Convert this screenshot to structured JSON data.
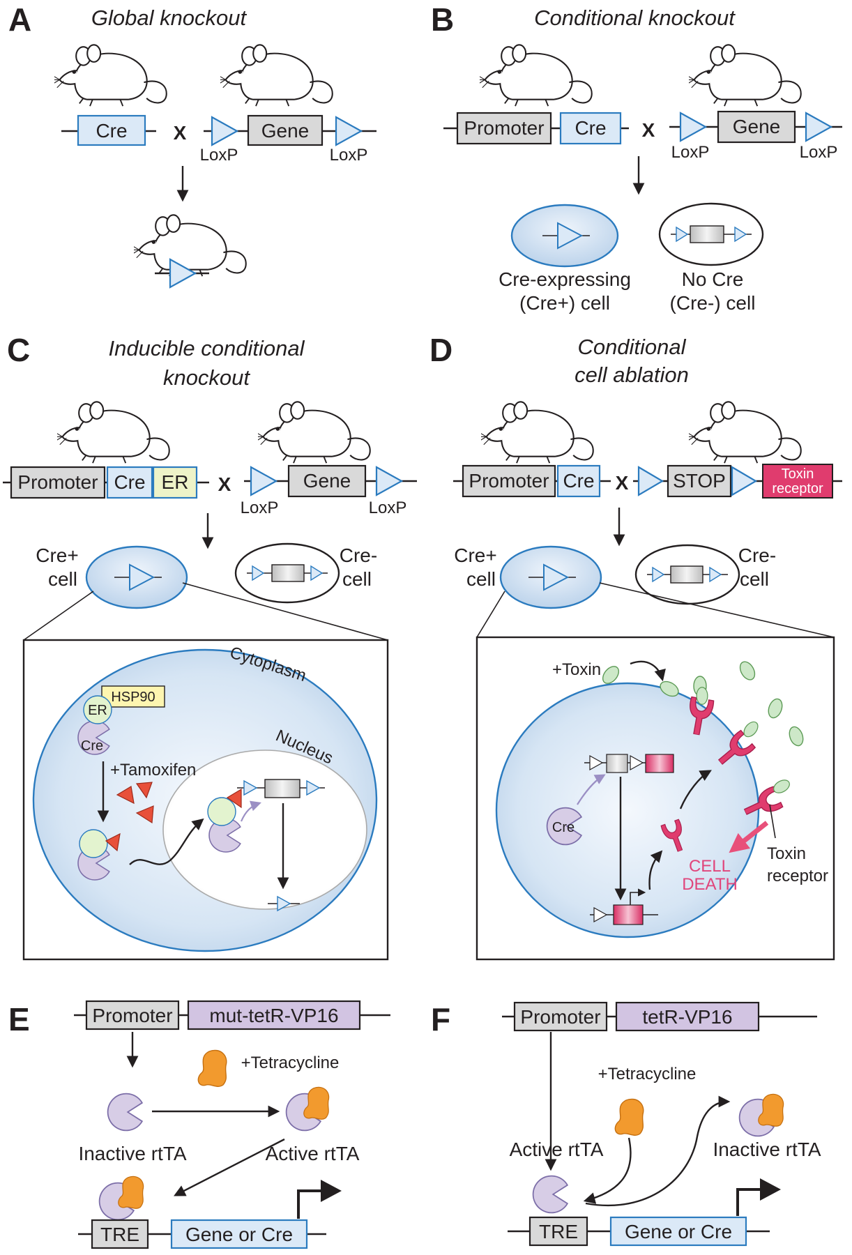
{
  "panels": {
    "A": {
      "letter": "A",
      "title": "Global knockout",
      "cre": "Cre",
      "x": "X",
      "gene": "Gene",
      "loxp1": "LoxP",
      "loxp2": "LoxP"
    },
    "B": {
      "letter": "B",
      "title": "Conditional knockout",
      "promoter": "Promoter",
      "cre": "Cre",
      "x": "X",
      "gene": "Gene",
      "loxp1": "LoxP",
      "loxp2": "LoxP",
      "cre_pos_l1": "Cre-expressing",
      "cre_pos_l2": "(Cre+) cell",
      "cre_neg_l1": "No Cre",
      "cre_neg_l2": "(Cre-) cell"
    },
    "C": {
      "letter": "C",
      "title_l1": "Inducible conditional",
      "title_l2": "knockout",
      "promoter": "Promoter",
      "cre": "Cre",
      "er": "ER",
      "x": "X",
      "gene": "Gene",
      "loxp1": "LoxP",
      "loxp2": "LoxP",
      "cre_pos_l1": "Cre+",
      "cre_pos_l2": "cell",
      "cre_neg_l1": "Cre-",
      "cre_neg_l2": "cell",
      "cytoplasm": "Cytoplasm",
      "nucleus": "Nucleus",
      "hsp90": "HSP90",
      "er_small": "ER",
      "cre_small": "Cre",
      "tamoxifen": "+Tamoxifen"
    },
    "D": {
      "letter": "D",
      "title_l1": "Conditional",
      "title_l2": "cell ablation",
      "promoter": "Promoter",
      "cre": "Cre",
      "x": "X",
      "stop": "STOP",
      "toxin_l1": "Toxin",
      "toxin_l2": "receptor",
      "cre_pos_l1": "Cre+",
      "cre_pos_l2": "cell",
      "cre_neg_l1": "Cre-",
      "cre_neg_l2": "cell",
      "toxin": "+Toxin",
      "cre_small": "Cre",
      "death_l1": "CELL",
      "death_l2": "DEATH",
      "receptor_l1": "Toxin",
      "receptor_l2": "receptor"
    },
    "E": {
      "letter": "E",
      "promoter": "Promoter",
      "transgene": "mut-tetR-VP16",
      "tetracycline": "+Tetracycline",
      "inactive": "Inactive rtTA",
      "active": "Active rtTA",
      "tre": "TRE",
      "target": "Gene or Cre"
    },
    "F": {
      "letter": "F",
      "promoter": "Promoter",
      "transgene": "tetR-VP16",
      "tetracycline": "+Tetracycline",
      "active": "Active rtTA",
      "inactive": "Inactive rtTA",
      "tre": "TRE",
      "target": "Gene or Cre"
    }
  },
  "colors": {
    "cre_box": "#dbe9f7",
    "blue_outline": "#2b7bbf",
    "gene_box": "#d9d9d9",
    "er_box": "#eef3c8",
    "hsp90_box": "#fdf5b0",
    "er_circle": "#e3f3cf",
    "cre_protein": "#d7cde6",
    "tamoxifen": "#e8503a",
    "toxin_receptor": "#e03c6e",
    "toxin_particle": "#cde8c8",
    "tetracycline": "#f29a2e",
    "transgene_box": "#d2c4e2",
    "death_text": "#e0457b"
  },
  "icons": [
    "mouse-icon",
    "loxp-triangle-icon",
    "cre-protein-icon",
    "tetracycline-icon",
    "transcription-arrow-icon"
  ]
}
